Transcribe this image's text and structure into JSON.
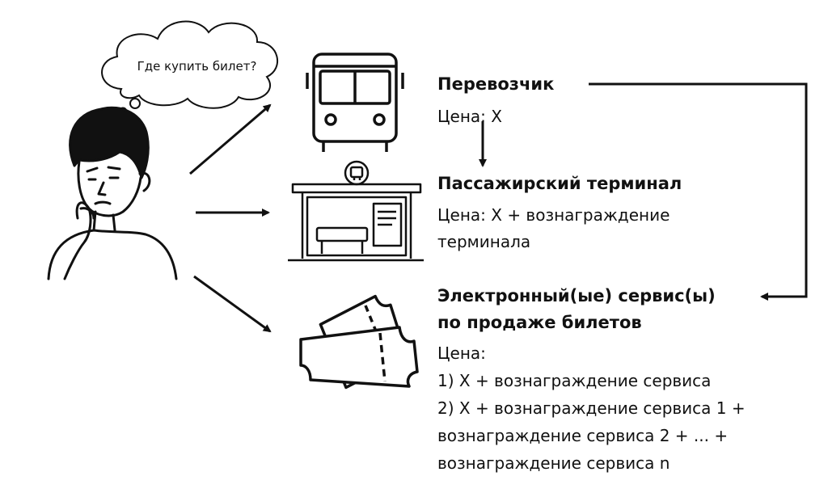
{
  "thought_bubble": {
    "text": "Где купить билет?"
  },
  "carrier": {
    "title": "Перевозчик",
    "price": "Цена: X"
  },
  "terminal": {
    "title": "Пассажирский терминал",
    "price_line1": "Цена: X + вознаграждение",
    "price_line2": "терминала"
  },
  "eservice": {
    "title_line1": "Электронный(ые) сервис(ы)",
    "title_line2": "по продаже билетов",
    "price_label": "Цена:",
    "option1": "1) X + вознаграждение сервиса",
    "option2_line1": "2) X + вознаграждение сервиса 1 +",
    "option2_line2": "вознаграждение сервиса 2 + ... +",
    "option2_line3": "вознаграждение сервиса n"
  },
  "icons": [
    "thinking-person-icon",
    "thought-bubble-icon",
    "bus-icon",
    "bus-stop-icon",
    "tickets-icon"
  ],
  "colors": {
    "ink": "#111111",
    "background": "#ffffff"
  }
}
